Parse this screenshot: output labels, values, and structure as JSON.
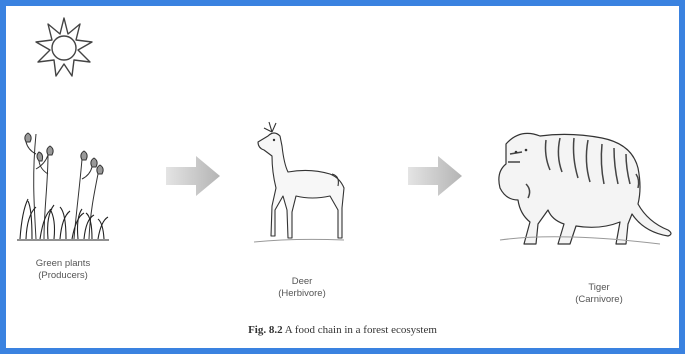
{
  "organisms": [
    {
      "icon": "green-plants-icon",
      "name": "Green plants",
      "role": "(Producers)"
    },
    {
      "icon": "deer-icon",
      "name": "Deer",
      "role": "(Herbivore)"
    },
    {
      "icon": "tiger-icon",
      "name": "Tiger",
      "role": "(Carnivore)"
    }
  ],
  "arrows": [
    {
      "icon": "arrow-right-icon",
      "from": "Green plants",
      "to": "Deer"
    },
    {
      "icon": "arrow-right-icon",
      "from": "Deer",
      "to": "Tiger"
    }
  ],
  "sun": {
    "icon": "sun-icon"
  },
  "caption": {
    "figure_number": "Fig. 8.2",
    "text": "A food chain in a forest ecosystem"
  },
  "colors": {
    "border": "#3a82e0",
    "arrow": "#c4c4c4"
  }
}
